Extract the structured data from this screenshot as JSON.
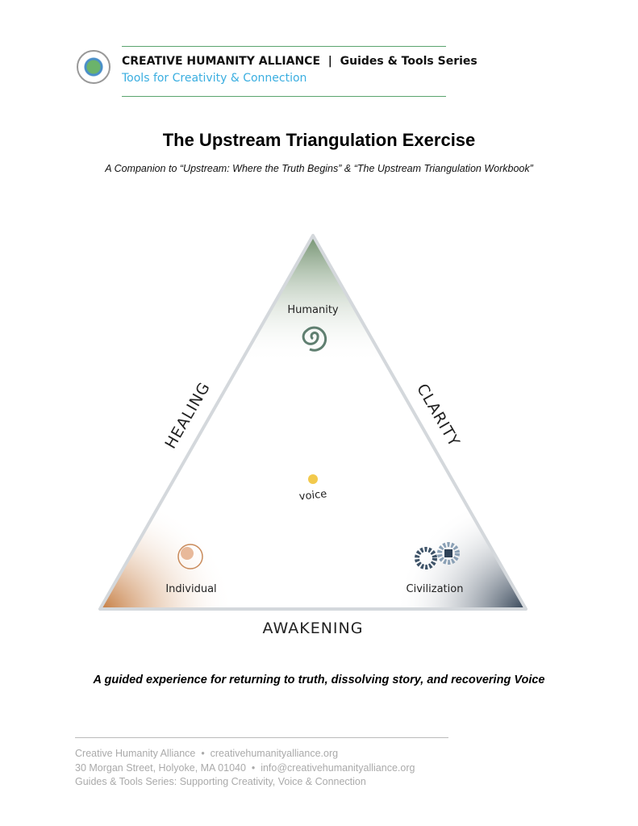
{
  "header": {
    "org": "CREATIVE HUMANITY ALLIANCE  |  Guides & Tools Series",
    "tagline": "Tools for Creativity & Connection",
    "logo_text": "CREATIVE HUMANITY ALLIANCE"
  },
  "title": "The Upstream Triangulation Exercise",
  "subtitle": "A Companion to “Upstream: Where the Truth Begins” & “The Upstream Triangulation Workbook”",
  "diagram": {
    "top": "Humanity",
    "left": "Individual",
    "right": "Civilization",
    "center": "voice",
    "left_side": "HEALING",
    "right_side": "CLARITY",
    "bottom_side": "AWAKENING"
  },
  "guided": "A guided experience for returning to truth, dissolving story, and recovering Voice",
  "footer": {
    "line1": "Creative Humanity Alliance  •  creativehumanityalliance.org",
    "line2": "30 Morgan Street, Holyoke, MA 01040  •  info@creativehumanityalliance.org",
    "line3": "Guides & Tools Series: Supporting Creativity, Voice & Connection"
  },
  "colors": {
    "green": "#7d9a7c",
    "orange": "#c8773a",
    "navy": "#2f4257",
    "accent": "#3aaee0"
  }
}
